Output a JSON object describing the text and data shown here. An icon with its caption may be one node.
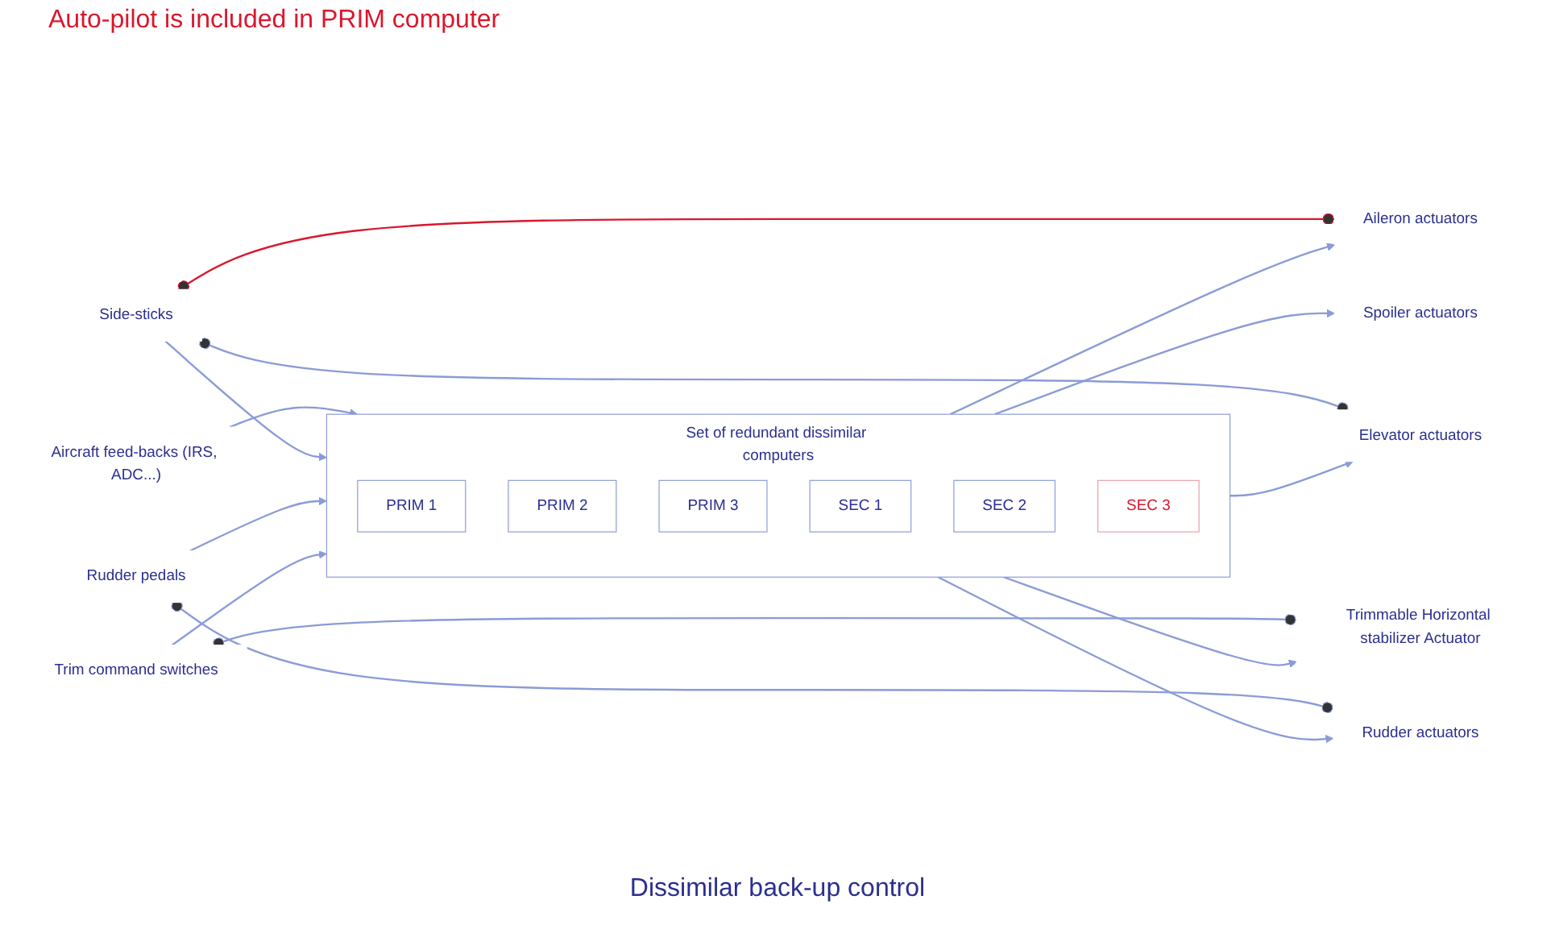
{
  "diagram": {
    "nodes": [
      {
        "text": [
          "Aircraft feed-backs (IRS, ADC...)"
        ]
      },
      {
        "text": [
          "Set of redundant dissimilar computers"
        ]
      },
      {
        "text": [
          "PRIM 1"
        ],
        "in": 1
      },
      {
        "text": [
          "PRIM 2"
        ],
        "in": 1
      },
      {
        "text": [
          "PRIM 3"
        ],
        "in": 1
      },
      {
        "text": [
          "SEC 1"
        ],
        "in": 1
      },
      {
        "text": [
          "SEC 2"
        ],
        "in": 1
      },
      {
        "text": [
          "SEC 3"
        ],
        "in": 1
      },
      {
        "text": [
          "Side-sticks"
        ]
      },
      {
        "text": [
          "Rudder pedals"
        ]
      },
      {
        "text": [
          "Trim command switches"
        ]
      },
      {
        "text": [
          "Aileron actuators"
        ]
      },
      {
        "text": [
          "Spoiler actuators"
        ]
      },
      {
        "text": [
          "Elevator actuators"
        ]
      },
      {
        "text": [
          "Trimmable Horizontal stabilizer Actuator"
        ]
      },
      {
        "text": [
          "Rudder actuators"
        ]
      }
    ],
    "edges": [
      {
        "from": 0,
        "to": 1,
        "arrow": "to"
      },
      {
        "from": 8,
        "to": 1,
        "arrow": "to"
      },
      {
        "from": 9,
        "to": 1,
        "arrow": "to"
      },
      {
        "from": 10,
        "to": 1,
        "arrow": "to"
      },
      {
        "from": 1,
        "to": 11,
        "arrow": "to"
      },
      {
        "from": 1,
        "to": 12,
        "arrow": "to"
      },
      {
        "from": 1,
        "to": 13,
        "arrow": "to"
      },
      {
        "from": 1,
        "to": 14,
        "arrow": "to"
      },
      {
        "from": 1,
        "to": 15,
        "arrow": "to"
      },
      {
        "from": 9,
        "to": 15,
        "arrow": "other"
      },
      {
        "from": 10,
        "to": 14,
        "arrow": "other"
      },
      {
        "from": 8,
        "to": 13,
        "arrow": "other"
      },
      {
        "from": 8,
        "to": 11,
        "arrow": "other",
        "color": "#d9182d"
      }
    ],
    "labels": [
      "Auto-pilot is included in PRIM computer",
      "Dissimilar back-up control"
    ]
  }
}
